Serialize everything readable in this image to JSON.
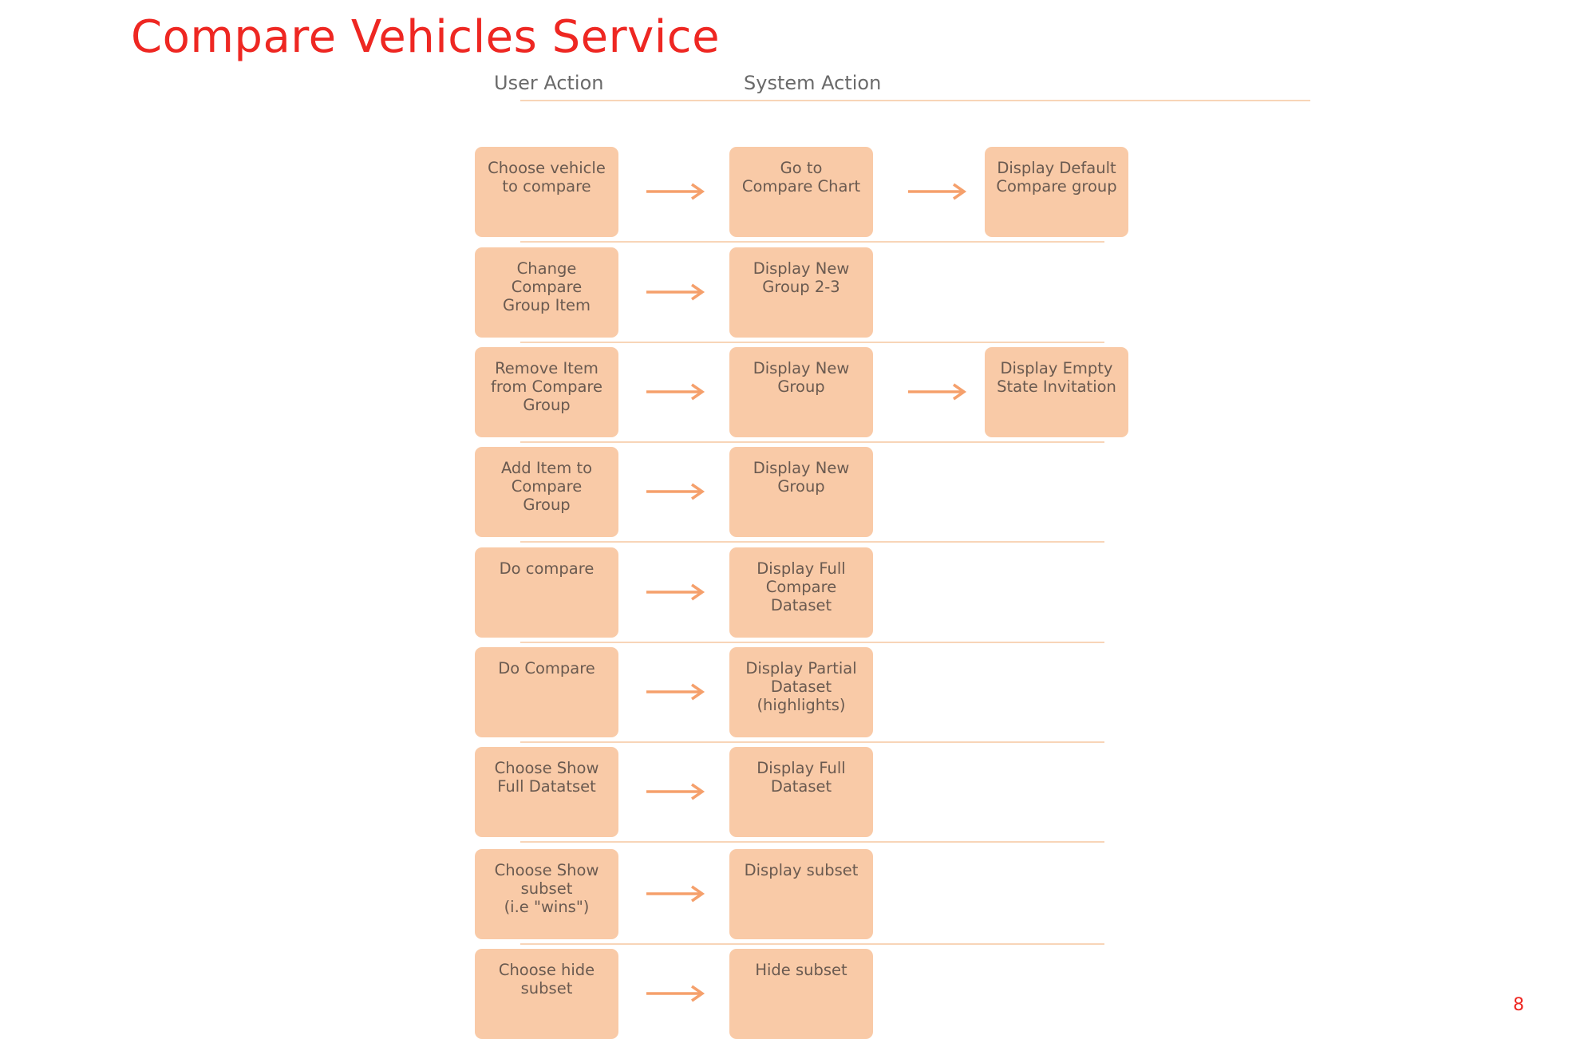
{
  "title": "Compare Vehicles Service",
  "headers": {
    "user_action": "User Action",
    "system_action": "System Action"
  },
  "rows": [
    {
      "user": "Choose vehicle\nto compare",
      "system": "Go to\nCompare Chart",
      "result": "Display Default\nCompare group"
    },
    {
      "user": "Change\nCompare\nGroup Item",
      "system": "Display New\nGroup 2-3",
      "result": ""
    },
    {
      "user": "Remove Item\nfrom Compare\nGroup",
      "system": "Display New\nGroup",
      "result": "Display Empty\nState Invitation"
    },
    {
      "user": "Add Item to\nCompare\nGroup",
      "system": "Display New\nGroup",
      "result": ""
    },
    {
      "user": "Do compare",
      "system": "Display Full\nCompare\nDataset",
      "result": ""
    },
    {
      "user": "Do Compare",
      "system": "Display Partial\nDataset\n(highlights)",
      "result": ""
    },
    {
      "user": "Choose Show\nFull  Datatset",
      "system": "Display Full\nDataset",
      "result": ""
    },
    {
      "user": "Choose Show\nsubset\n(i.e \"wins\")",
      "system": "Display subset",
      "result": ""
    },
    {
      "user": "Choose hide\nsubset",
      "system": "Hide subset",
      "result": ""
    }
  ],
  "page_number": "8",
  "colors": {
    "title": "#ee2722",
    "box_fill": "#f9caa7",
    "arrow": "#f5a06c",
    "divider": "#f8d5b8"
  }
}
